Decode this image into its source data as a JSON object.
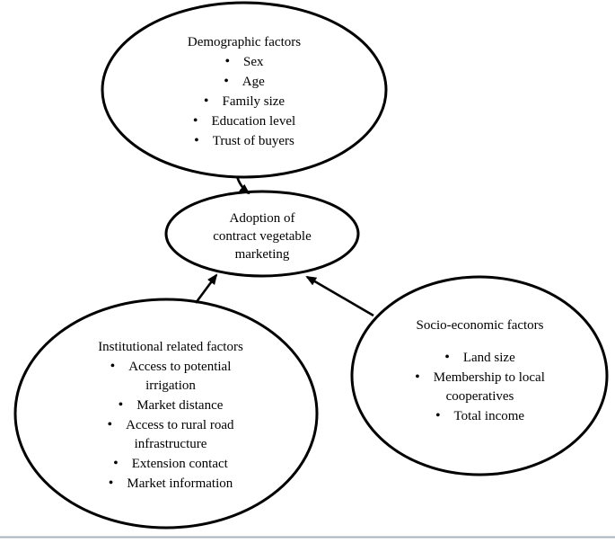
{
  "bullet_char": "•",
  "colors": {
    "shape_stroke": "#000000",
    "text": "#000000",
    "divider": "#a9b3bb",
    "background": "#ffffff"
  },
  "nodes": {
    "demographic": {
      "title": "Demographic factors",
      "items": [
        {
          "lines": [
            "Sex"
          ]
        },
        {
          "lines": [
            "Age"
          ]
        },
        {
          "lines": [
            "Family size"
          ]
        },
        {
          "lines": [
            "Education level"
          ]
        },
        {
          "lines": [
            "Trust of buyers"
          ]
        }
      ]
    },
    "adoption": {
      "lines": [
        "Adoption of",
        "contract vegetable",
        "marketing"
      ]
    },
    "institutional": {
      "title": "Institutional related factors",
      "items": [
        {
          "lines": [
            "Access to potential",
            "irrigation"
          ]
        },
        {
          "lines": [
            "Market distance"
          ]
        },
        {
          "lines": [
            "Access to rural road",
            "infrastructure"
          ]
        },
        {
          "lines": [
            "Extension contact"
          ]
        },
        {
          "lines": [
            "Market information"
          ]
        }
      ]
    },
    "socioeconomic": {
      "title": "Socio-economic factors",
      "items": [
        {
          "lines": [
            "Land size"
          ]
        },
        {
          "lines": [
            "Membership to local",
            "cooperatives"
          ]
        },
        {
          "lines": [
            "Total income"
          ]
        }
      ]
    }
  }
}
